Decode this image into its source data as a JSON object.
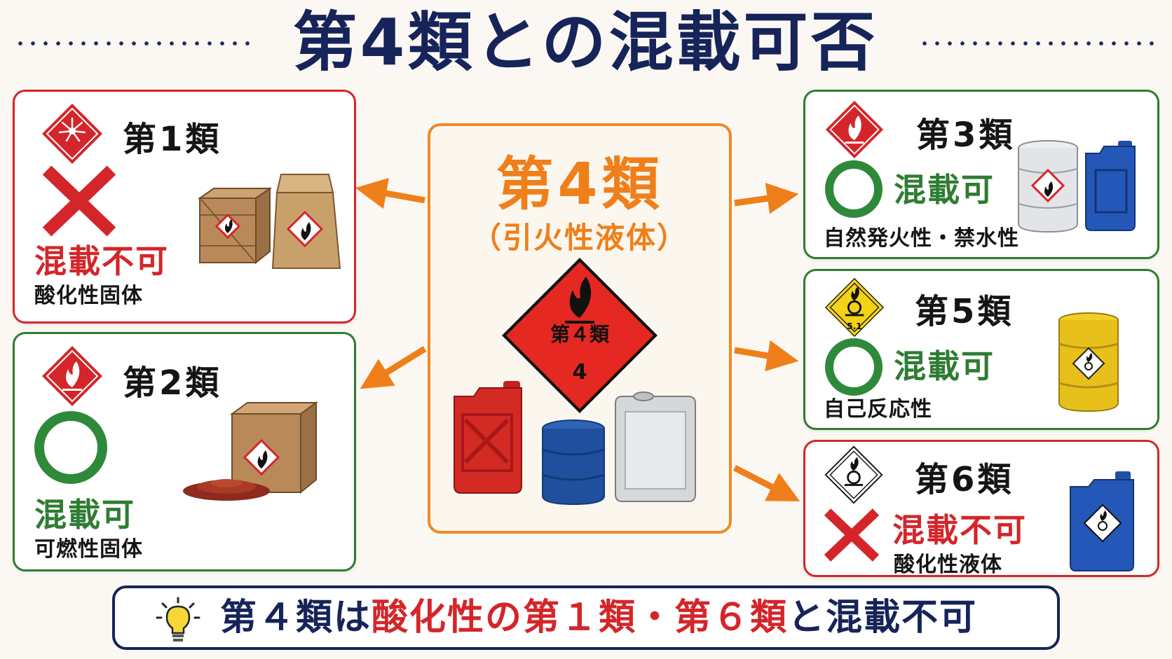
{
  "title": "第4類との混載可否",
  "center": {
    "title": "第4類",
    "subtitle": "（引火性液体）",
    "placard_label": "第４類",
    "placard_number": "4"
  },
  "classes": [
    {
      "id": "class1",
      "name": "第1類",
      "status": "混載不可",
      "allowed": false,
      "description": "酸化性固体"
    },
    {
      "id": "class2",
      "name": "第2類",
      "status": "混載可",
      "allowed": true,
      "description": "可燃性固体"
    },
    {
      "id": "class3",
      "name": "第3類",
      "status": "混載可",
      "allowed": true,
      "description": "自然発火性・禁水性"
    },
    {
      "id": "class5",
      "name": "第5類",
      "status": "混載可",
      "allowed": true,
      "description": "自己反応性"
    },
    {
      "id": "class6",
      "name": "第6類",
      "status": "混載不可",
      "allowed": false,
      "description": "酸化性液体"
    }
  ],
  "placard_5_number": "5.1",
  "note": {
    "part1": "第４類は",
    "part2": "酸化性の第１類・第６類",
    "part3": "と混載不可"
  },
  "colors": {
    "navy": "#16245a",
    "red": "#d4262a",
    "green": "#2e7d32",
    "orange": "#ef7f1a"
  }
}
